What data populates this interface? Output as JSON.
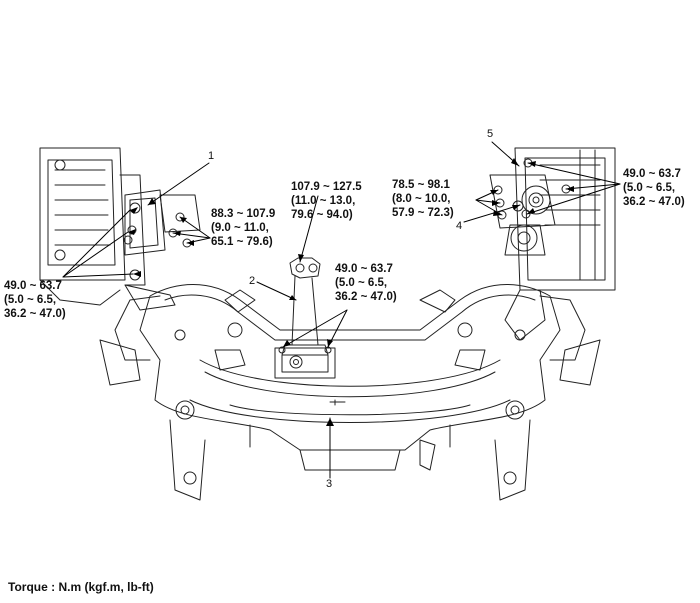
{
  "callouts": {
    "c1": "1",
    "c2": "2",
    "c3": "3",
    "c4": "4",
    "c5": "5"
  },
  "torques": {
    "left_mount": [
      "49.0 ~ 63.7",
      "(5.0 ~ 6.5,",
      "36.2 ~ 47.0)"
    ],
    "left_bracket": [
      "88.3 ~ 107.9",
      "(9.0 ~ 11.0,",
      "65.1 ~ 79.6)"
    ],
    "roll_rod_top": [
      "107.9 ~ 127.5",
      "(11.0 ~ 13.0,",
      "79.6 ~ 94.0)"
    ],
    "roll_rod_bottom": [
      "49.0 ~ 63.7",
      "(5.0 ~ 6.5,",
      "36.2 ~ 47.0)"
    ],
    "right_bracket": [
      "78.5 ~ 98.1",
      "(8.0 ~ 10.0,",
      "57.9 ~ 72.3)"
    ],
    "right_mount": [
      "49.0 ~ 63.7",
      "(5.0 ~ 6.5,",
      "36.2 ~ 47.0)"
    ]
  },
  "footer": "Torque : N.m (kgf.m, lb-ft)"
}
